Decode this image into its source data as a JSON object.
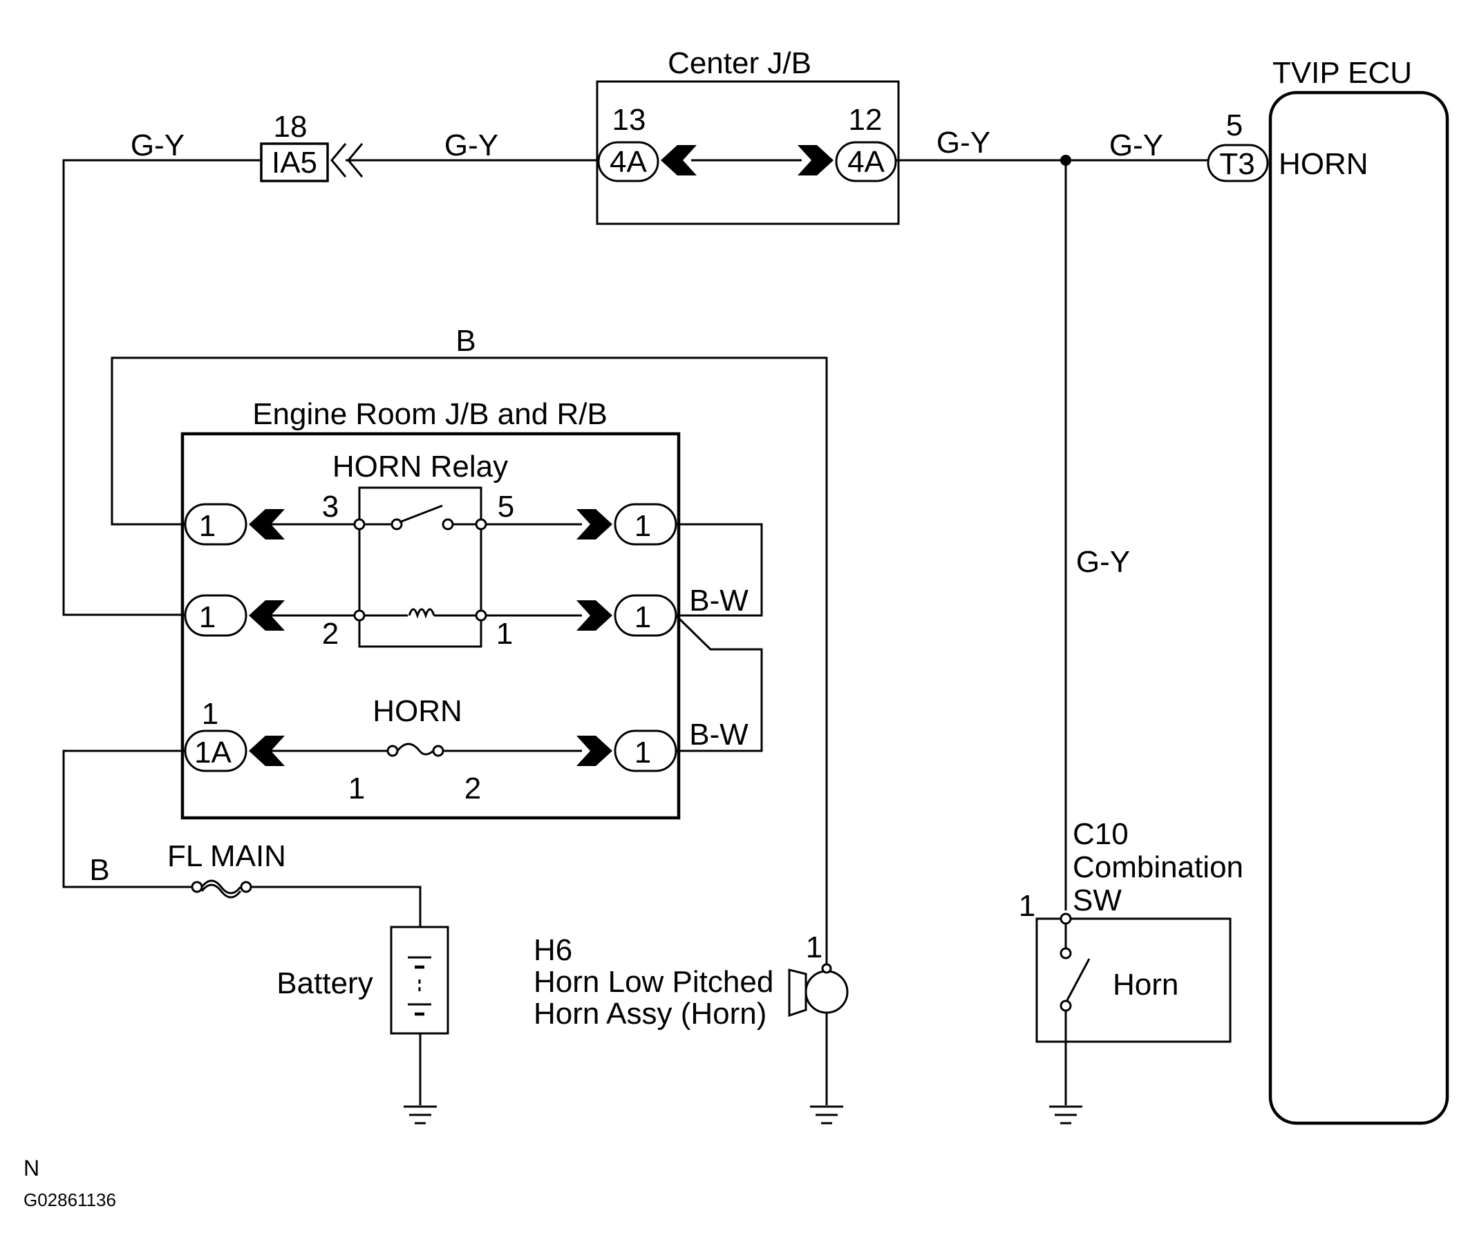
{
  "labels": {
    "center_jb": "Center J/B",
    "tvip_ecu": "TVIP ECU",
    "ecu_horn": "HORN",
    "engine_room_jb": "Engine Room J/B and R/B",
    "horn_relay": "HORN Relay",
    "horn_fuse": "HORN",
    "fl_main": "FL MAIN",
    "battery": "Battery",
    "horn_assy_line1": "H6",
    "horn_assy_line2": "Horn Low Pitched",
    "horn_assy_line3": "Horn Assy (Horn)",
    "comb_sw_line1": "C10",
    "comb_sw_line2": "Combination",
    "comb_sw_line3": "SW",
    "comb_sw_horn": "Horn",
    "corner_n": "N",
    "figure_code": "G02861136"
  },
  "wires": {
    "gy_top_left": "G-Y",
    "gy_ia5_center": "G-Y",
    "gy_center_junction": "G-Y",
    "gy_junction_ecu": "G-Y",
    "gy_vertical": "G-Y",
    "b_top": "B",
    "bw_upper": "B-W",
    "bw_lower": "B-W",
    "b_bottom": "B"
  },
  "connectors": {
    "ia5_pin": "18",
    "ia5_label": "IA5",
    "center_left_pin": "13",
    "center_left_label": "4A",
    "center_right_pin": "12",
    "center_right_label": "4A",
    "ecu_pin": "5",
    "ecu_label": "T3",
    "er_left_1": "1",
    "er_left_2": "1",
    "er_left_3_pin": "1",
    "er_left_3": "1A",
    "er_right_1": "1",
    "er_right_2": "1",
    "er_right_3": "1",
    "horn_assy_pin": "1",
    "comb_sw_pin": "1"
  },
  "relay_pins": {
    "p3": "3",
    "p5": "5",
    "p2": "2",
    "p1": "1"
  },
  "fuse_pins": {
    "f1": "1",
    "f2": "2"
  }
}
